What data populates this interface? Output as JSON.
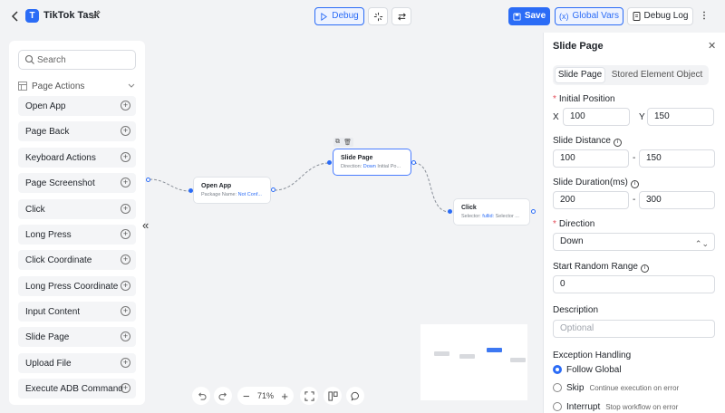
{
  "header": {
    "title": "TikTok Task",
    "logo_letter": "T",
    "debug_label": "Debug",
    "save_label": "Save",
    "global_vars_label": "Global Vars",
    "debug_log_label": "Debug Log"
  },
  "sidebar": {
    "search_placeholder": "Search",
    "section_title": "Page Actions",
    "items": [
      {
        "label": "Open App"
      },
      {
        "label": "Page Back"
      },
      {
        "label": "Keyboard Actions"
      },
      {
        "label": "Page Screenshot"
      },
      {
        "label": "Click"
      },
      {
        "label": "Long Press"
      },
      {
        "label": "Click Coordinate"
      },
      {
        "label": "Long Press Coordinate"
      },
      {
        "label": "Input Content"
      },
      {
        "label": "Slide Page"
      },
      {
        "label": "Upload File"
      },
      {
        "label": "Execute ADB Command"
      }
    ]
  },
  "canvas": {
    "nodes": [
      {
        "title": "Open App",
        "sub_label": "Package Name: ",
        "sub_value": "Not Conf..."
      },
      {
        "title": "Slide Page",
        "sub_label": "Direction: ",
        "sub_value": "Down",
        "sub_rest": " Initial Po..."
      },
      {
        "title": "Click",
        "sub_label": "Selector: ",
        "sub_value": "fullid:",
        "sub_rest": " Selector ..."
      }
    ],
    "zoom": "71%"
  },
  "panel": {
    "title": "Slide Page",
    "tabs": [
      "Slide Page",
      "Stored Element Object"
    ],
    "initial_position_label": "Initial Position",
    "x_label": "X",
    "x_value": "100",
    "y_label": "Y",
    "y_value": "150",
    "slide_distance_label": "Slide Distance",
    "slide_distance_min": "100",
    "slide_distance_max": "150",
    "slide_duration_label": "Slide Duration(ms)",
    "slide_duration_min": "200",
    "slide_duration_max": "300",
    "range_sep": "-",
    "direction_label": "Direction",
    "direction_value": "Down",
    "start_random_range_label": "Start Random Range",
    "start_random_range_value": "0",
    "description_label": "Description",
    "description_placeholder": "Optional",
    "exception_label": "Exception Handling",
    "exception_options": [
      {
        "label": "Follow Global",
        "desc": ""
      },
      {
        "label": "Skip",
        "desc": "Continue execution on error"
      },
      {
        "label": "Interrupt",
        "desc": "Stop workflow on error"
      }
    ]
  },
  "colors": {
    "accent": "#2b6cf6",
    "required": "#e34d59",
    "minimap_selected": "#3d78f2"
  }
}
